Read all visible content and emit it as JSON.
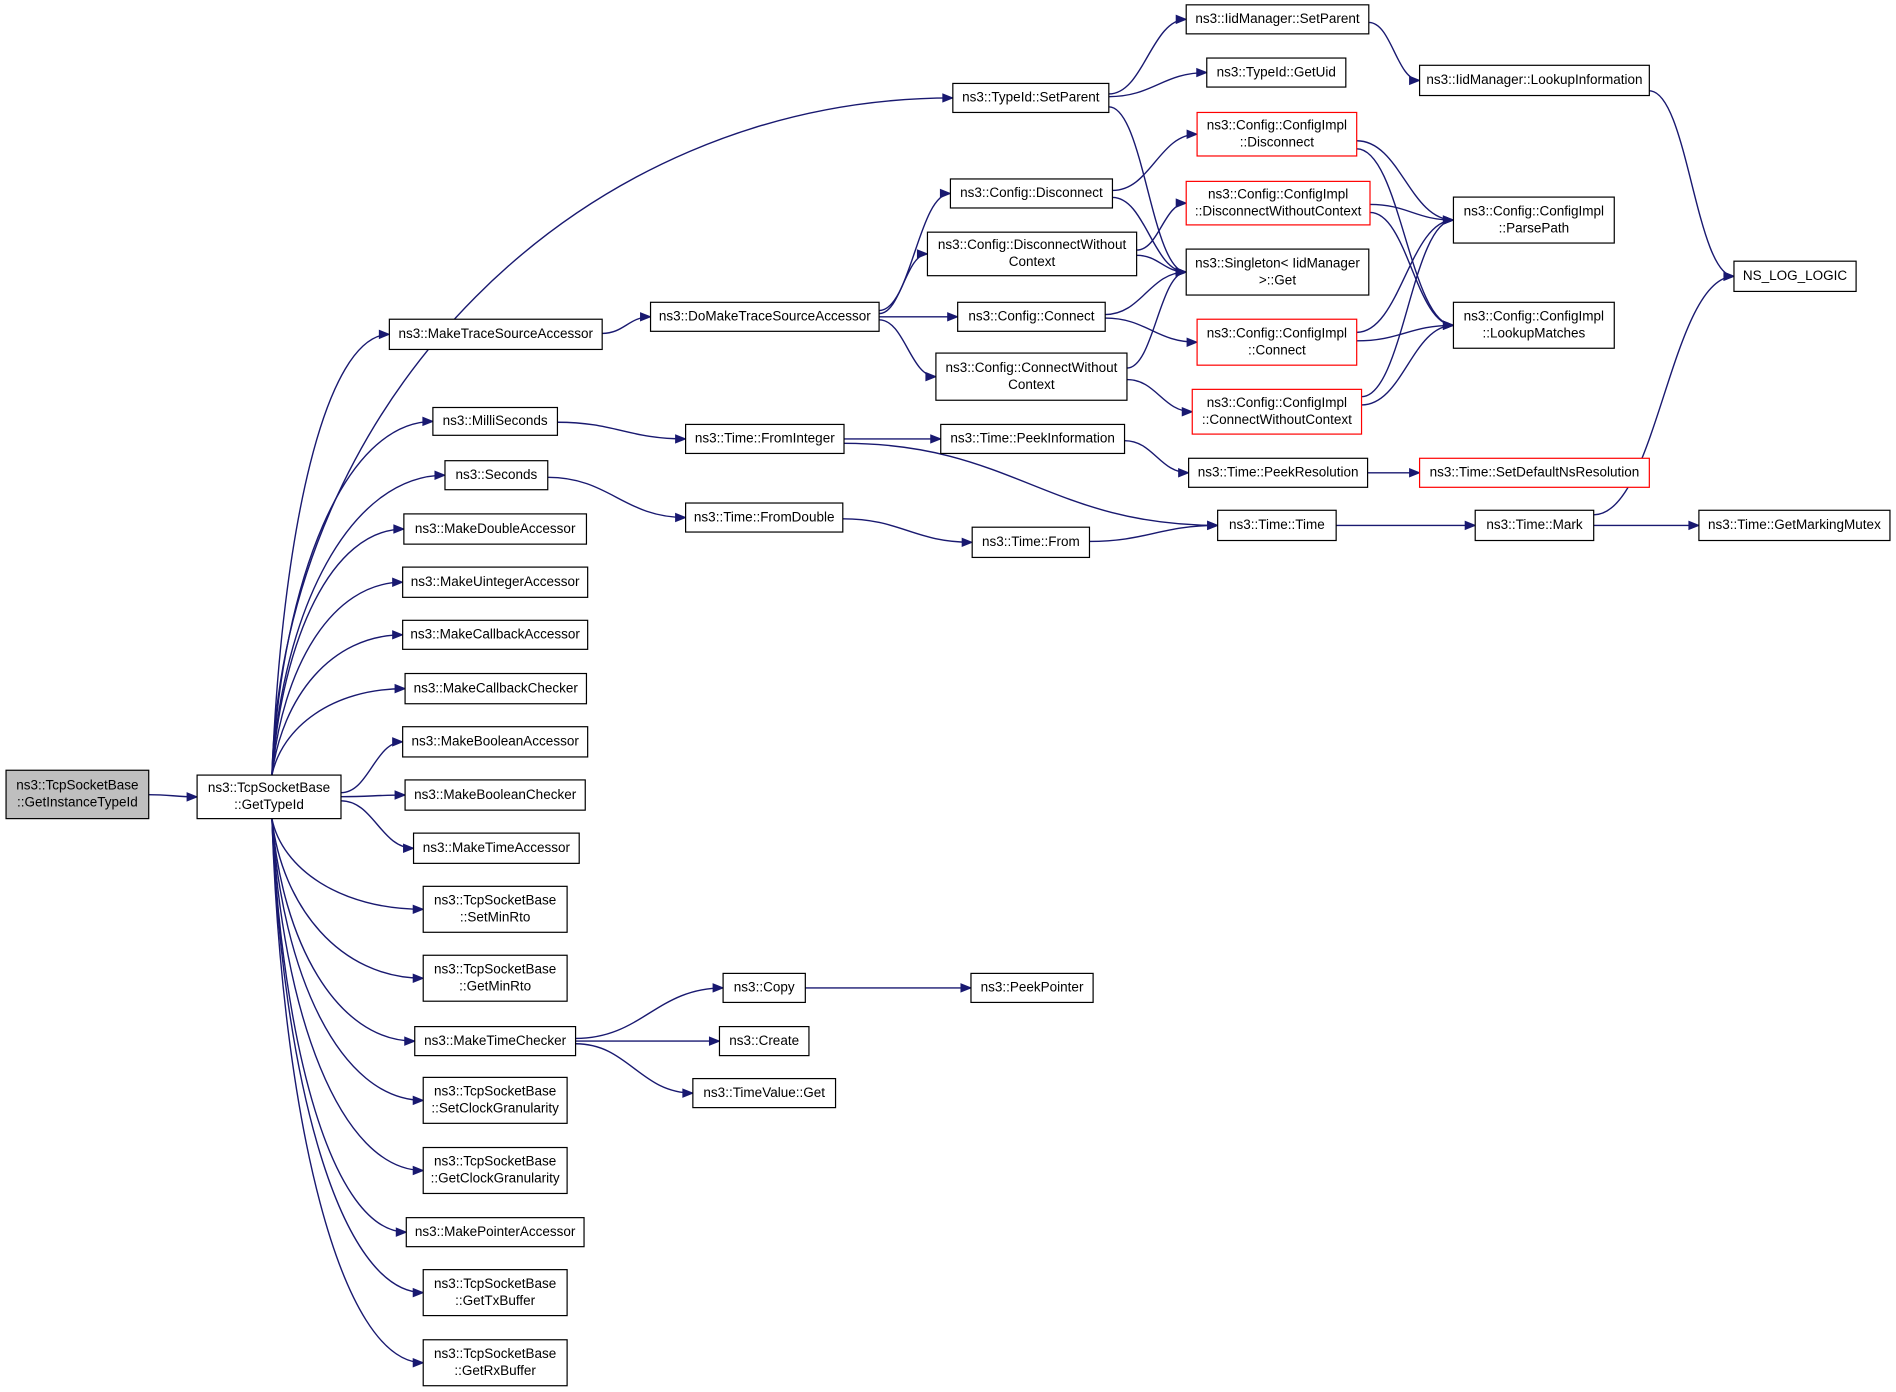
{
  "graph": {
    "nodes": [
      {
        "id": "root",
        "lines": [
          "ns3::TcpSocketBase",
          "::GetInstanceTypeId"
        ],
        "style": "root"
      },
      {
        "id": "gettypeid",
        "lines": [
          "ns3::TcpSocketBase",
          "::GetTypeId"
        ],
        "style": "normal"
      },
      {
        "id": "setparent",
        "lines": [
          "ns3::TypeId::SetParent"
        ],
        "style": "normal"
      },
      {
        "id": "iid_setparent",
        "lines": [
          "ns3::IidManager::SetParent"
        ],
        "style": "normal"
      },
      {
        "id": "getuid",
        "lines": [
          "ns3::TypeId::GetUid"
        ],
        "style": "normal"
      },
      {
        "id": "lookupinfo",
        "lines": [
          "ns3::IidManager::LookupInformation"
        ],
        "style": "normal"
      },
      {
        "id": "nslog",
        "lines": [
          "NS_LOG_LOGIC"
        ],
        "style": "normal"
      },
      {
        "id": "cfg_disconnect",
        "lines": [
          "ns3::Config::Disconnect"
        ],
        "style": "normal"
      },
      {
        "id": "ci_disconnect",
        "lines": [
          "ns3::Config::ConfigImpl",
          "::Disconnect"
        ],
        "style": "red"
      },
      {
        "id": "ci_disc_wo",
        "lines": [
          "ns3::Config::ConfigImpl",
          "::DisconnectWithoutContext"
        ],
        "style": "red"
      },
      {
        "id": "cfg_disc_wo",
        "lines": [
          "ns3::Config::DisconnectWithout",
          "Context"
        ],
        "style": "normal"
      },
      {
        "id": "singleton",
        "lines": [
          "ns3::Singleton< IidManager",
          ">::Get"
        ],
        "style": "normal"
      },
      {
        "id": "parsepath",
        "lines": [
          "ns3::Config::ConfigImpl",
          "::ParsePath"
        ],
        "style": "normal"
      },
      {
        "id": "lookupmatches",
        "lines": [
          "ns3::Config::ConfigImpl",
          "::LookupMatches"
        ],
        "style": "normal"
      },
      {
        "id": "maketrace",
        "lines": [
          "ns3::MakeTraceSourceAccessor"
        ],
        "style": "normal"
      },
      {
        "id": "domaketrace",
        "lines": [
          "ns3::DoMakeTraceSourceAccessor"
        ],
        "style": "normal"
      },
      {
        "id": "cfg_connect",
        "lines": [
          "ns3::Config::Connect"
        ],
        "style": "normal"
      },
      {
        "id": "ci_connect",
        "lines": [
          "ns3::Config::ConfigImpl",
          "::Connect"
        ],
        "style": "red"
      },
      {
        "id": "cfg_conn_wo",
        "lines": [
          "ns3::Config::ConnectWithout",
          "Context"
        ],
        "style": "normal"
      },
      {
        "id": "ci_conn_wo",
        "lines": [
          "ns3::Config::ConfigImpl",
          "::ConnectWithoutContext"
        ],
        "style": "red"
      },
      {
        "id": "milliseconds",
        "lines": [
          "ns3::MilliSeconds"
        ],
        "style": "normal"
      },
      {
        "id": "frominteger",
        "lines": [
          "ns3::Time::FromInteger"
        ],
        "style": "normal"
      },
      {
        "id": "peekinfo",
        "lines": [
          "ns3::Time::PeekInformation"
        ],
        "style": "normal"
      },
      {
        "id": "peekres",
        "lines": [
          "ns3::Time::PeekResolution"
        ],
        "style": "normal"
      },
      {
        "id": "setdefaultns",
        "lines": [
          "ns3::Time::SetDefaultNsResolution"
        ],
        "style": "red"
      },
      {
        "id": "seconds",
        "lines": [
          "ns3::Seconds"
        ],
        "style": "normal"
      },
      {
        "id": "fromdouble",
        "lines": [
          "ns3::Time::FromDouble"
        ],
        "style": "normal"
      },
      {
        "id": "timetime",
        "lines": [
          "ns3::Time::Time"
        ],
        "style": "normal"
      },
      {
        "id": "mark",
        "lines": [
          "ns3::Time::Mark"
        ],
        "style": "normal"
      },
      {
        "id": "getmarkingmutex",
        "lines": [
          "ns3::Time::GetMarkingMutex"
        ],
        "style": "normal"
      },
      {
        "id": "timefrom",
        "lines": [
          "ns3::Time::From"
        ],
        "style": "normal"
      },
      {
        "id": "makedouble",
        "lines": [
          "ns3::MakeDoubleAccessor"
        ],
        "style": "normal"
      },
      {
        "id": "makeuint",
        "lines": [
          "ns3::MakeUintegerAccessor"
        ],
        "style": "normal"
      },
      {
        "id": "makecbacc",
        "lines": [
          "ns3::MakeCallbackAccessor"
        ],
        "style": "normal"
      },
      {
        "id": "makecbchk",
        "lines": [
          "ns3::MakeCallbackChecker"
        ],
        "style": "normal"
      },
      {
        "id": "makeboolacc",
        "lines": [
          "ns3::MakeBooleanAccessor"
        ],
        "style": "normal"
      },
      {
        "id": "makeboolchk",
        "lines": [
          "ns3::MakeBooleanChecker"
        ],
        "style": "normal"
      },
      {
        "id": "maketimeacc",
        "lines": [
          "ns3::MakeTimeAccessor"
        ],
        "style": "normal"
      },
      {
        "id": "setminrto",
        "lines": [
          "ns3::TcpSocketBase",
          "::SetMinRto"
        ],
        "style": "normal"
      },
      {
        "id": "getminrto",
        "lines": [
          "ns3::TcpSocketBase",
          "::GetMinRto"
        ],
        "style": "normal"
      },
      {
        "id": "maketimechk",
        "lines": [
          "ns3::MakeTimeChecker"
        ],
        "style": "normal"
      },
      {
        "id": "copy",
        "lines": [
          "ns3::Copy"
        ],
        "style": "normal"
      },
      {
        "id": "peekpointer",
        "lines": [
          "ns3::PeekPointer"
        ],
        "style": "normal"
      },
      {
        "id": "create",
        "lines": [
          "ns3::Create"
        ],
        "style": "normal"
      },
      {
        "id": "timevalueget",
        "lines": [
          "ns3::TimeValue::Get"
        ],
        "style": "normal"
      },
      {
        "id": "setclockgran",
        "lines": [
          "ns3::TcpSocketBase",
          "::SetClockGranularity"
        ],
        "style": "normal"
      },
      {
        "id": "getclockgran",
        "lines": [
          "ns3::TcpSocketBase",
          "::GetClockGranularity"
        ],
        "style": "normal"
      },
      {
        "id": "makeptracc",
        "lines": [
          "ns3::MakePointerAccessor"
        ],
        "style": "normal"
      },
      {
        "id": "gettxbuffer",
        "lines": [
          "ns3::TcpSocketBase",
          "::GetTxBuffer"
        ],
        "style": "normal"
      },
      {
        "id": "getrxbuffer",
        "lines": [
          "ns3::TcpSocketBase",
          "::GetRxBuffer"
        ],
        "style": "normal"
      }
    ],
    "edges": [
      [
        "root",
        "gettypeid"
      ],
      [
        "gettypeid",
        "setparent"
      ],
      [
        "gettypeid",
        "maketrace"
      ],
      [
        "gettypeid",
        "milliseconds"
      ],
      [
        "gettypeid",
        "seconds"
      ],
      [
        "gettypeid",
        "makedouble"
      ],
      [
        "gettypeid",
        "makeuint"
      ],
      [
        "gettypeid",
        "makecbacc"
      ],
      [
        "gettypeid",
        "makecbchk"
      ],
      [
        "gettypeid",
        "makeboolacc"
      ],
      [
        "gettypeid",
        "makeboolchk"
      ],
      [
        "gettypeid",
        "maketimeacc"
      ],
      [
        "gettypeid",
        "setminrto"
      ],
      [
        "gettypeid",
        "getminrto"
      ],
      [
        "gettypeid",
        "maketimechk"
      ],
      [
        "gettypeid",
        "setclockgran"
      ],
      [
        "gettypeid",
        "getclockgran"
      ],
      [
        "gettypeid",
        "makeptracc"
      ],
      [
        "gettypeid",
        "gettxbuffer"
      ],
      [
        "gettypeid",
        "getrxbuffer"
      ],
      [
        "setparent",
        "iid_setparent"
      ],
      [
        "setparent",
        "getuid"
      ],
      [
        "setparent",
        "singleton"
      ],
      [
        "iid_setparent",
        "lookupinfo"
      ],
      [
        "lookupinfo",
        "nslog"
      ],
      [
        "maketrace",
        "domaketrace"
      ],
      [
        "domaketrace",
        "cfg_disconnect"
      ],
      [
        "domaketrace",
        "cfg_disc_wo"
      ],
      [
        "domaketrace",
        "cfg_connect"
      ],
      [
        "domaketrace",
        "cfg_conn_wo"
      ],
      [
        "cfg_disconnect",
        "ci_disconnect"
      ],
      [
        "cfg_disconnect",
        "singleton"
      ],
      [
        "cfg_disc_wo",
        "ci_disc_wo"
      ],
      [
        "cfg_disc_wo",
        "singleton"
      ],
      [
        "cfg_connect",
        "singleton"
      ],
      [
        "cfg_connect",
        "ci_connect"
      ],
      [
        "cfg_conn_wo",
        "singleton"
      ],
      [
        "cfg_conn_wo",
        "ci_conn_wo"
      ],
      [
        "ci_disconnect",
        "parsepath"
      ],
      [
        "ci_disconnect",
        "lookupmatches"
      ],
      [
        "ci_disc_wo",
        "parsepath"
      ],
      [
        "ci_disc_wo",
        "lookupmatches"
      ],
      [
        "ci_connect",
        "parsepath"
      ],
      [
        "ci_connect",
        "lookupmatches"
      ],
      [
        "ci_conn_wo",
        "parsepath"
      ],
      [
        "ci_conn_wo",
        "lookupmatches"
      ],
      [
        "milliseconds",
        "frominteger"
      ],
      [
        "frominteger",
        "peekinfo"
      ],
      [
        "frominteger",
        "timetime"
      ],
      [
        "peekinfo",
        "peekres"
      ],
      [
        "peekres",
        "setdefaultns"
      ],
      [
        "seconds",
        "fromdouble"
      ],
      [
        "fromdouble",
        "timefrom"
      ],
      [
        "timefrom",
        "timetime"
      ],
      [
        "timetime",
        "mark"
      ],
      [
        "mark",
        "nslog"
      ],
      [
        "mark",
        "getmarkingmutex"
      ],
      [
        "maketimechk",
        "copy"
      ],
      [
        "maketimechk",
        "create"
      ],
      [
        "maketimechk",
        "timevalueget"
      ],
      [
        "copy",
        "peekpointer"
      ]
    ]
  }
}
